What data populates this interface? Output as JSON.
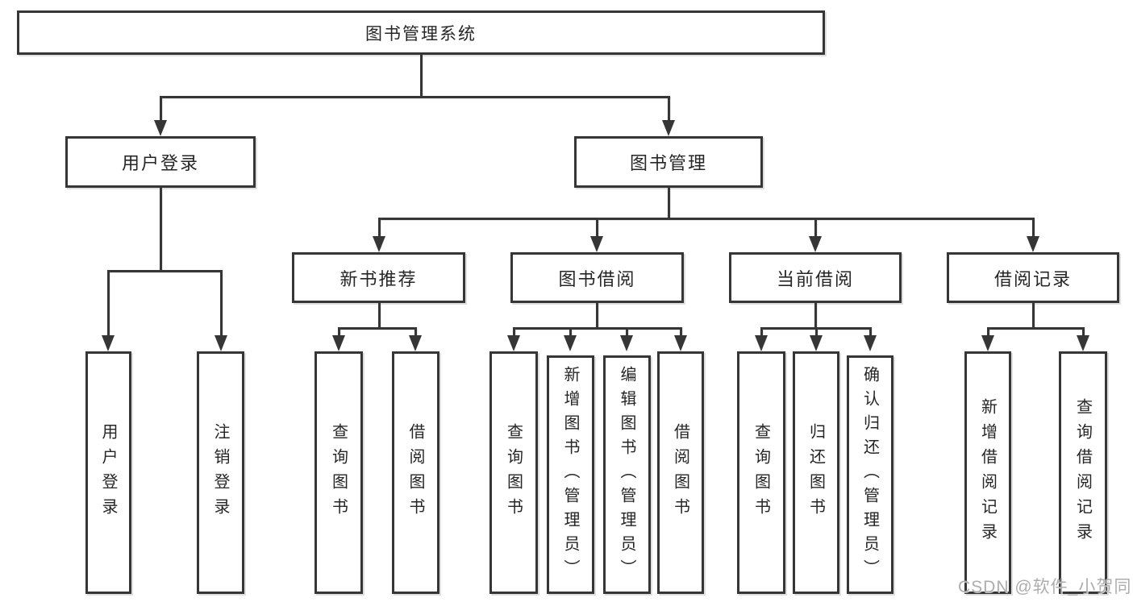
{
  "diagram": {
    "root_label": "图书管理系统",
    "level2": [
      {
        "label": "用户登录",
        "children": [
          {
            "label": "用户登录"
          },
          {
            "label": "注销登录"
          }
        ]
      },
      {
        "label": "图书管理",
        "groups": [
          {
            "label": "新书推荐",
            "children": [
              {
                "label": "查询图书"
              },
              {
                "label": "借阅图书"
              }
            ]
          },
          {
            "label": "图书借阅",
            "children": [
              {
                "label": "查询图书"
              },
              {
                "label": "新增图书（管理员）"
              },
              {
                "label": "编辑图书（管理员）"
              },
              {
                "label": "借阅图书"
              }
            ]
          },
          {
            "label": "当前借阅",
            "children": [
              {
                "label": "查询图书"
              },
              {
                "label": "归还图书"
              },
              {
                "label": "确认归还（管理员）"
              }
            ]
          },
          {
            "label": "借阅记录",
            "children": [
              {
                "label": "新增借阅记录"
              },
              {
                "label": "查询借阅记录"
              }
            ]
          }
        ]
      }
    ]
  },
  "watermark": {
    "text": "CSDN @软件_小贺同学"
  },
  "colors": {
    "line": "#363636",
    "text": "#262626",
    "watermark": "#adadad",
    "background": "#ffffff"
  }
}
